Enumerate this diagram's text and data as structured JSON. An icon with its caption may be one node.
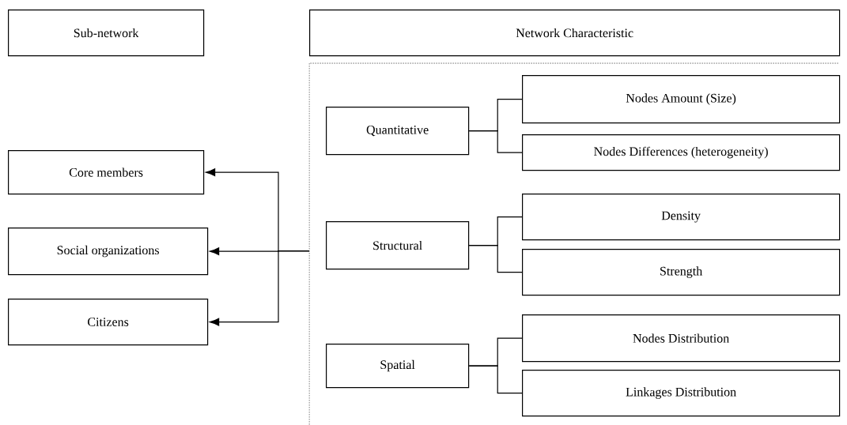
{
  "diagram": {
    "nodes": [
      {
        "text": [
          "Sub-network"
        ]
      },
      {
        "text": [
          "Network Characteristic"
        ]
      },
      {
        "text": [],
        "shape": "box"
      },
      {
        "text": [
          "Core members"
        ]
      },
      {
        "text": [
          "Social organizations"
        ]
      },
      {
        "text": [
          "Citizens"
        ]
      },
      {
        "text": [
          "Quantitative"
        ],
        "in": 2
      },
      {
        "text": [
          "Nodes Amount (Size)"
        ],
        "in": 2
      },
      {
        "text": [
          "Nodes Differences (heterogeneity)"
        ],
        "in": 2
      },
      {
        "text": [
          "Structural"
        ],
        "in": 2
      },
      {
        "text": [
          "Density"
        ],
        "in": 2
      },
      {
        "text": [
          "Strength"
        ],
        "in": 2
      },
      {
        "text": [
          "Spatial"
        ],
        "in": 2
      },
      {
        "text": [
          "Nodes Distribution"
        ],
        "in": 2
      },
      {
        "text": [
          "Linkages Distribution"
        ],
        "in": 2
      }
    ],
    "edges": [
      {
        "from": 2,
        "to": 3,
        "arrow": "to"
      },
      {
        "from": 2,
        "to": 4,
        "arrow": "to"
      },
      {
        "from": 2,
        "to": 5,
        "arrow": "to"
      },
      {
        "from": 6,
        "to": 7,
        "arrow": "none"
      },
      {
        "from": 6,
        "to": 8,
        "arrow": "none"
      },
      {
        "from": 9,
        "to": 10,
        "arrow": "none"
      },
      {
        "from": 9,
        "to": 11,
        "arrow": "none"
      },
      {
        "from": 12,
        "to": 13,
        "arrow": "none"
      },
      {
        "from": 12,
        "to": 14,
        "arrow": "none"
      }
    ]
  }
}
